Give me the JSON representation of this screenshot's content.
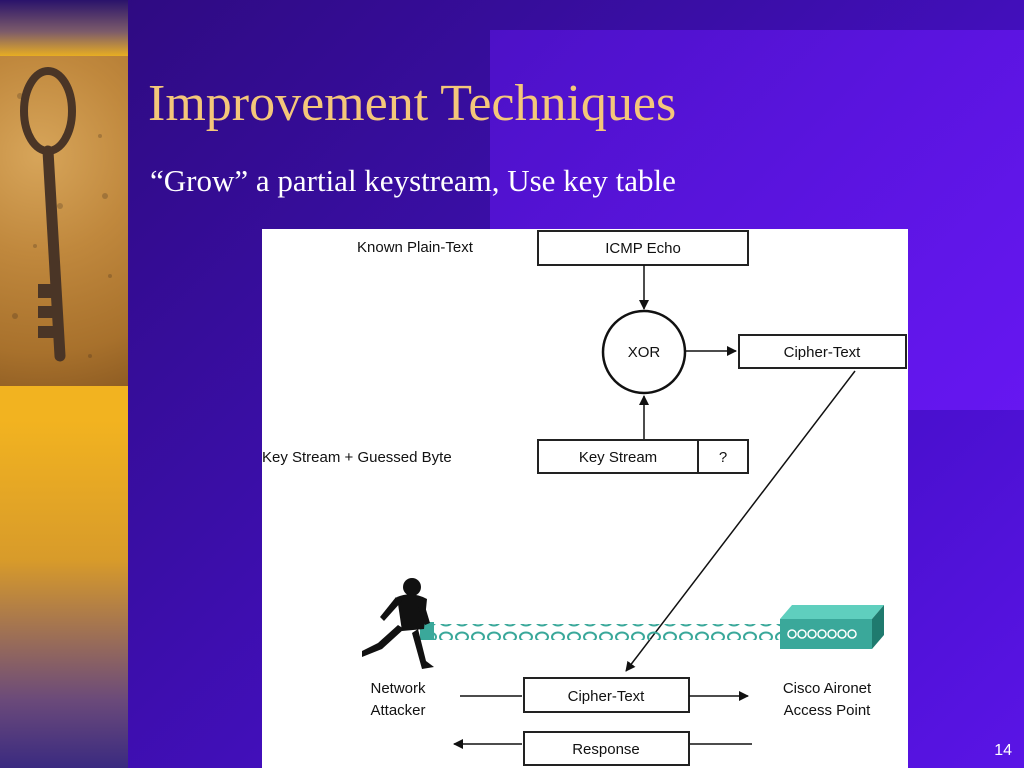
{
  "slide": {
    "title": "Improvement Techniques",
    "subtitle": "“Grow” a partial keystream, Use key table",
    "page_number": "14"
  },
  "diagram": {
    "known_plaintext_label": "Known Plain-Text",
    "icmp_echo": "ICMP Echo",
    "xor": "XOR",
    "ciphertext_top": "Cipher-Text",
    "keystream_guessed_label": "Key Stream + Guessed Byte",
    "keystream": "Key Stream",
    "guessed_byte": "?",
    "attacker_label_line1": "Network",
    "attacker_label_line2": "Attacker",
    "ciphertext_bottom": "Cipher-Text",
    "ap_label_line1": "Cisco Aironet",
    "ap_label_line2": "Access Point",
    "response": "Response"
  },
  "colors": {
    "title": "#f4c77a",
    "link": "#3aa89a"
  }
}
